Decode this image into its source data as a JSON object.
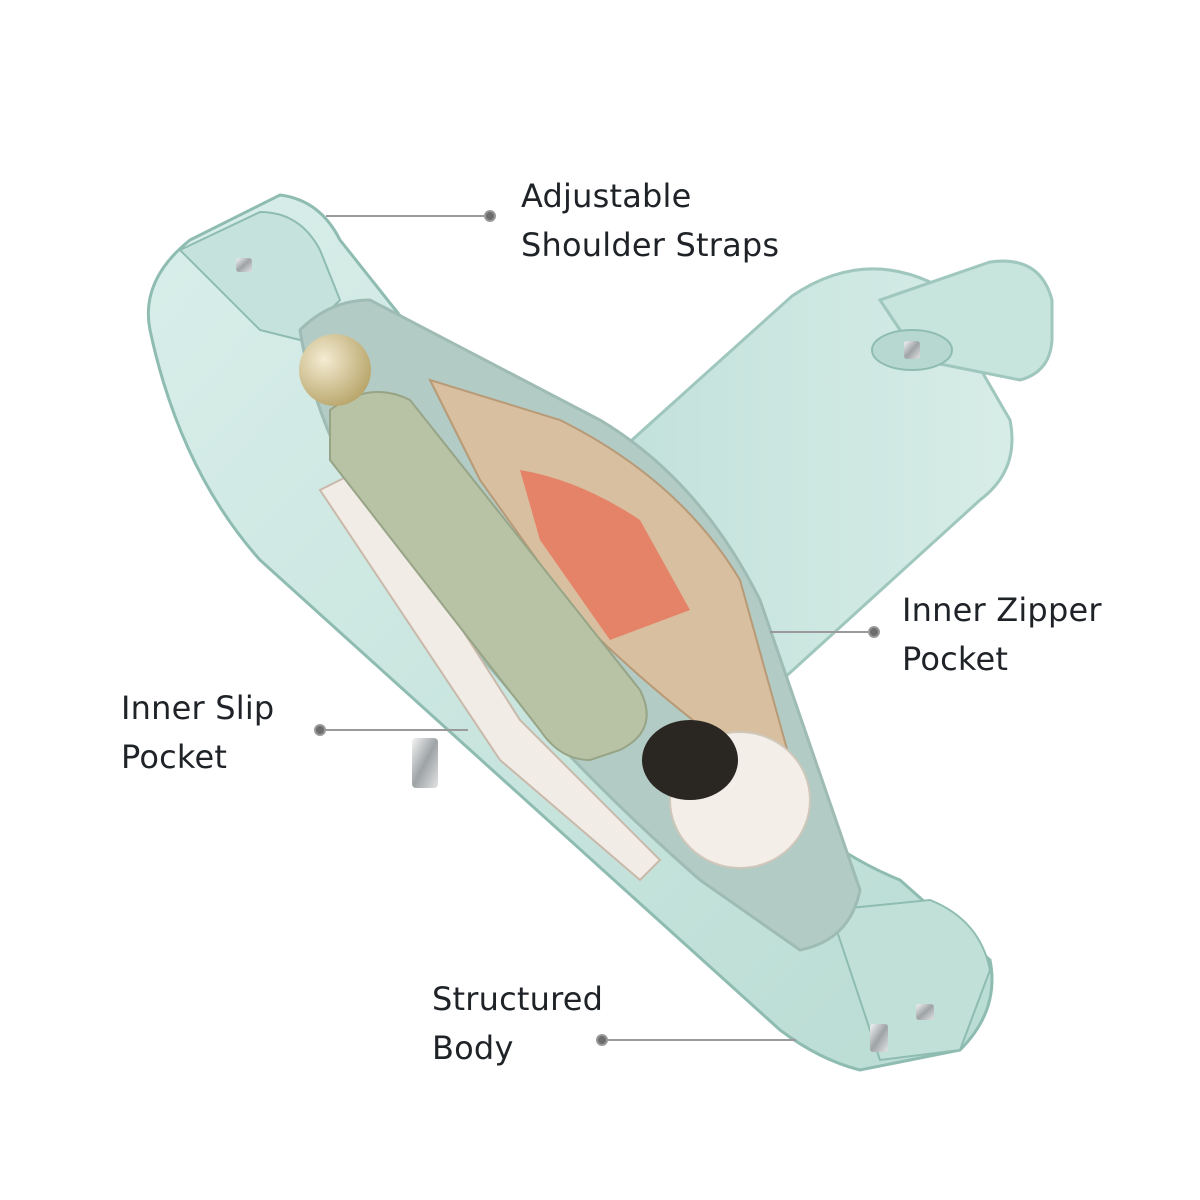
{
  "callouts": {
    "straps": {
      "line1": "Adjustable",
      "line2": "Shoulder Straps"
    },
    "zipper": {
      "line1": "Inner Zipper",
      "line2": "Pocket"
    },
    "slip": {
      "line1": "Inner Slip",
      "line2": "Pocket"
    },
    "body": {
      "line1": "Structured",
      "line2": "Body"
    }
  },
  "colors": {
    "bag_mint": "#cde8e2",
    "bag_shadow": "#a9cfc6",
    "lining": "#bccfca",
    "umbrella": "#b8c3a6",
    "pocket_tan": "#d8bfa0",
    "leader_line": "#9a9a9a"
  }
}
